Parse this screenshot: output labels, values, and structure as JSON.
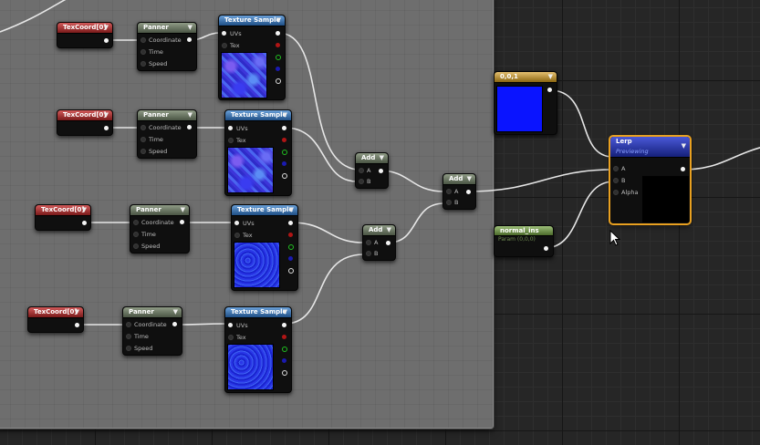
{
  "comment_box": {
    "color": "#6e6e6e"
  },
  "colors": {
    "wire": "#e6e6e6",
    "lerp_border": "#e8a020",
    "constant_blue": "#0a14ff"
  },
  "nodes": {
    "texcoord": [
      {
        "title": "TexCoord[0]"
      },
      {
        "title": "TexCoord[0]"
      },
      {
        "title": "TexCoord[0]"
      },
      {
        "title": "TexCoord[0]"
      }
    ],
    "panner": [
      {
        "title": "Panner",
        "pins": [
          "Coordinate",
          "Time",
          "Speed"
        ]
      },
      {
        "title": "Panner",
        "pins": [
          "Coordinate",
          "Time",
          "Speed"
        ]
      },
      {
        "title": "Panner",
        "pins": [
          "Coordinate",
          "Time",
          "Speed"
        ]
      },
      {
        "title": "Panner",
        "pins": [
          "Coordinate",
          "Time",
          "Speed"
        ]
      }
    ],
    "texture_sample": [
      {
        "title": "Texture Sample",
        "pins": [
          "UVs",
          "Tex"
        ]
      },
      {
        "title": "Texture Sample",
        "pins": [
          "UVs",
          "Tex"
        ]
      },
      {
        "title": "Texture Sample",
        "pins": [
          "UVs",
          "Tex"
        ]
      },
      {
        "title": "Texture Sample",
        "pins": [
          "UVs",
          "Tex"
        ]
      }
    ],
    "add": [
      {
        "title": "Add",
        "pins": [
          "A",
          "B"
        ]
      },
      {
        "title": "Add",
        "pins": [
          "A",
          "B"
        ]
      },
      {
        "title": "Add",
        "pins": [
          "A",
          "B"
        ]
      }
    ],
    "constant": {
      "title": "0,0,1"
    },
    "param": {
      "title": "normal_ins",
      "subtitle": "Param (0,0,0)"
    },
    "lerp": {
      "title": "Lerp",
      "subtitle": "Previewing",
      "pins": [
        "A",
        "B",
        "Alpha"
      ]
    }
  },
  "icons": {
    "arrow": "▼",
    "cursor": "mouse-pointer-icon"
  }
}
